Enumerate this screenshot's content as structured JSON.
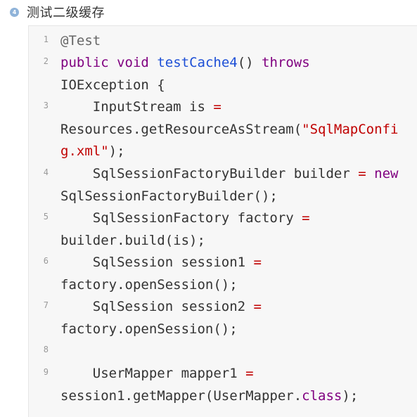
{
  "heading": {
    "step_number": "4",
    "title": "测试二级缓存"
  },
  "code": {
    "line_numbers": [
      "1",
      "2",
      "3",
      "4",
      "5",
      "6",
      "7",
      "8",
      "9"
    ],
    "tokens": {
      "anno_test": "@Test",
      "kw_public": "public",
      "kw_void": "void",
      "fn_testCache4": "testCache4",
      "paren_open_close": "()",
      "kw_throws": "throws",
      "ioexception": "IOException {",
      "l3_a": "    InputStream is ",
      "eq": "=",
      "l3_b": "Resources.getResourceAsStream(",
      "str_config_1": "\"SqlMapConfi",
      "str_config_2": "g.xml\"",
      "l3_c": ");",
      "l4_a": "    SqlSessionFactoryBuilder builder ",
      "kw_new": "new",
      "l4_b": "SqlSessionFactoryBuilder();",
      "l5_a": "    SqlSessionFactory factory ",
      "l5_b": "builder.build(is);",
      "l6_a": "    SqlSession session1 ",
      "l6_b": "factory.openSession();",
      "l7_a": "    SqlSession session2 ",
      "l7_b": "factory.openSession();",
      "l9_a": "    UserMapper mapper1 ",
      "l9_b": "session1.getMapper(UserMapper.",
      "kw_class": "class",
      "l9_c": ");"
    }
  }
}
